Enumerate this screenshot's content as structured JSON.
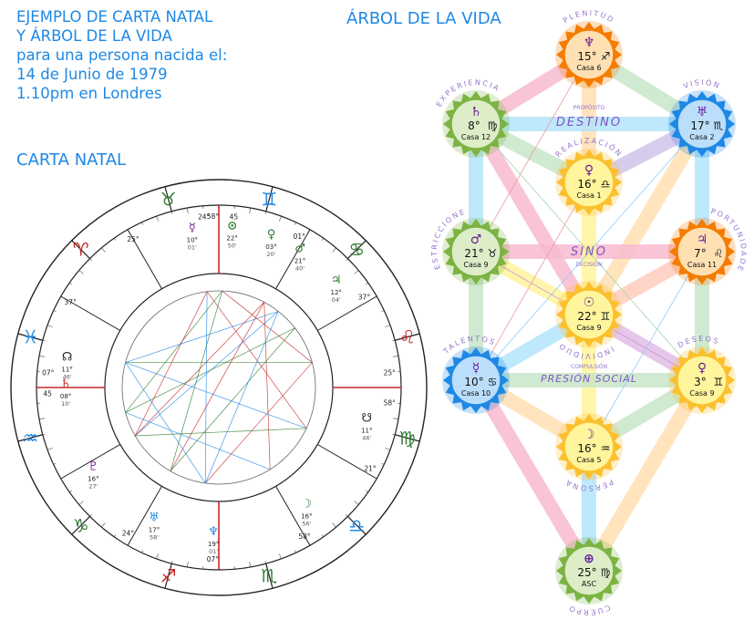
{
  "header": {
    "lines": [
      "EJEMPLO DE CARTA NATAL",
      "Y ÁRBOL DE LA VIDA",
      "para una persona nacida el:",
      "14 de Junio de 1979",
      "1.10pm en Londres"
    ]
  },
  "carta_title": "CARTA NATAL",
  "arbol_title": "ÁRBOL DE LA VIDA",
  "colors": {
    "accent": "#1e88e5",
    "orange": "#f57c00",
    "yellow": "#fbc02d",
    "green": "#7cb342",
    "blue": "#1e88e5",
    "path_label": "#9575cd"
  },
  "tree": {
    "nodes": [
      {
        "id": "plenitud",
        "degree": "15°",
        "sign": "♐",
        "planet": "♆",
        "house": "Casa 6",
        "label": "PLENITUD",
        "color": "orange"
      },
      {
        "id": "experiencia",
        "degree": "8°",
        "sign": "♍",
        "planet": "♄",
        "house": "Casa 12",
        "label": "EXPERIENCIA",
        "color": "green"
      },
      {
        "id": "vision",
        "degree": "17°",
        "sign": "♏",
        "planet": "♅",
        "house": "Casa 2",
        "label": "VISIÓN",
        "color": "blue"
      },
      {
        "id": "realizacion",
        "degree": "16°",
        "sign": "♎",
        "planet": "♀",
        "house": "Casa 1",
        "label": "REALIZACIÓN",
        "color": "yellow"
      },
      {
        "id": "restricciones",
        "degree": "21°",
        "sign": "♉",
        "planet": "♂",
        "house": "Casa 9",
        "label": "RESTRICCIONES",
        "color": "green"
      },
      {
        "id": "oportunidades",
        "degree": "7°",
        "sign": "♌",
        "planet": "♃",
        "house": "Casa 11",
        "label": "OPORTUNIDADES",
        "color": "orange"
      },
      {
        "id": "individuo",
        "degree": "22°",
        "sign": "♊",
        "planet": "☉",
        "house": "Casa 9",
        "label": "INDIVIDUO",
        "color": "yellow"
      },
      {
        "id": "talentos",
        "degree": "10°",
        "sign": "♋",
        "planet": "☿",
        "house": "Casa 10",
        "label": "TALENTOS",
        "color": "blue"
      },
      {
        "id": "deseos",
        "degree": "3°",
        "sign": "♊",
        "planet": "♀",
        "house": "Casa 9",
        "label": "DESEOS",
        "color": "yellow"
      },
      {
        "id": "persona",
        "degree": "16°",
        "sign": "♒",
        "planet": "☽",
        "house": "Casa 5",
        "label": "PERSONA",
        "color": "yellow"
      },
      {
        "id": "cuerpo",
        "degree": "25°",
        "sign": "♍",
        "planet": "⊕",
        "house": "ASC",
        "label": "CUERPO",
        "color": "green"
      }
    ],
    "bars": {
      "proposito": "PROPÓSITO",
      "destino": "DESTINO",
      "sino": "SINO",
      "decision": "DECISIÓN",
      "compulsion": "COMPULSIÓN",
      "presion_social": "PRESIÓN SOCIAL"
    }
  },
  "wheel": {
    "house_cusps": [
      "24°",
      "45",
      "01°",
      "37°",
      "25°",
      "58°",
      "21°",
      "58°",
      "07°",
      "24°",
      "45",
      "07°",
      "37°",
      "25°",
      "58°"
    ],
    "planet_labels": [
      {
        "glyph": "☿",
        "deg": "10°",
        "min": "01'"
      },
      {
        "glyph": "⊙",
        "deg": "22°",
        "min": "50'"
      },
      {
        "glyph": "♀",
        "deg": "03°",
        "min": "20'"
      },
      {
        "glyph": "♂",
        "deg": "21°",
        "min": "40'"
      },
      {
        "glyph": "♃",
        "deg": "12°",
        "min": "04'"
      },
      {
        "glyph": "♄",
        "deg": "08°",
        "min": "10'"
      },
      {
        "glyph": "☊",
        "deg": "11°",
        "min": "46'"
      },
      {
        "glyph": "♅",
        "deg": "17°",
        "min": "58'"
      },
      {
        "glyph": "♆",
        "deg": "19°",
        "min": "01'"
      },
      {
        "glyph": "☽",
        "deg": "16°",
        "min": "56'"
      },
      {
        "glyph": "♇",
        "deg": "16°",
        "min": "27'"
      },
      {
        "glyph": "☋",
        "deg": "11°",
        "min": "46'"
      }
    ]
  }
}
